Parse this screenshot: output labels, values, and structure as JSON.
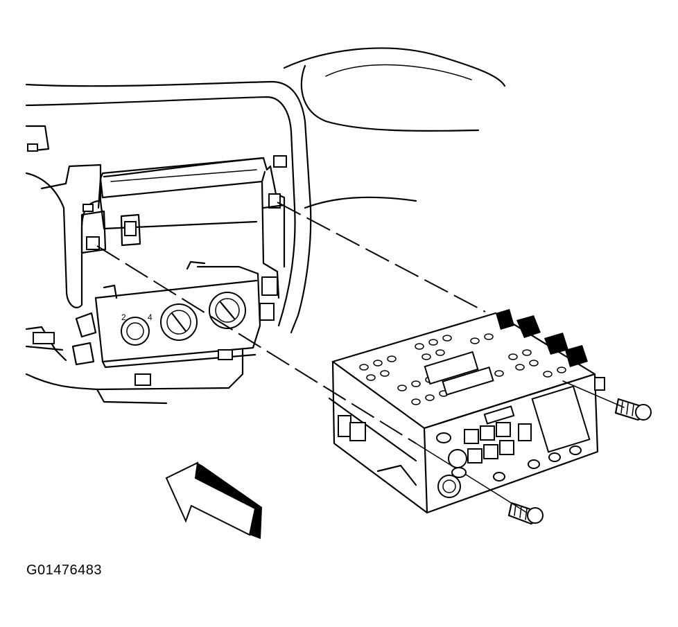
{
  "figure": {
    "id_label": "G01476483"
  },
  "parts": [
    "dash-panel-frame",
    "radio-mounting-bracket",
    "hvac-control-panel",
    "radio-unit",
    "mounting-screw-upper",
    "mounting-screw-lower",
    "installation-direction-arrow"
  ]
}
